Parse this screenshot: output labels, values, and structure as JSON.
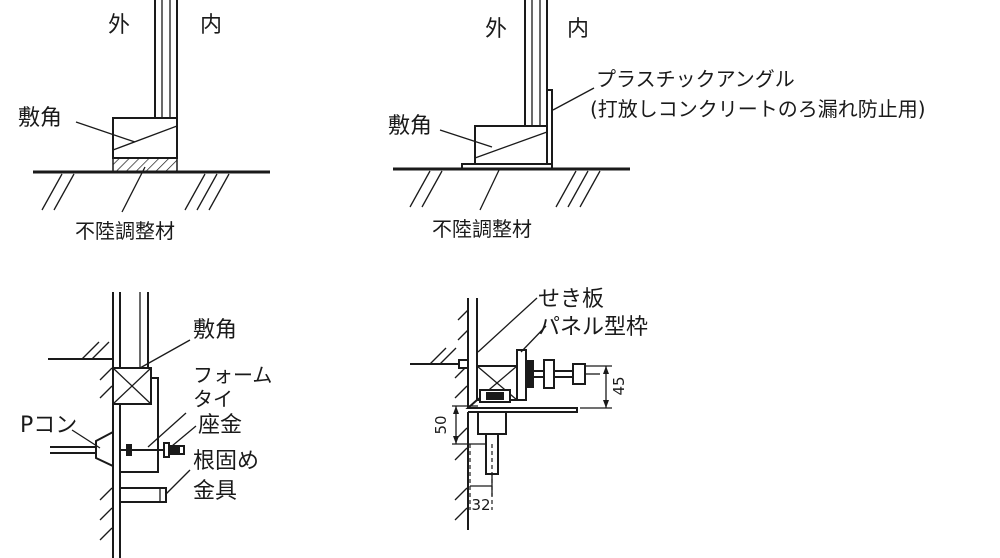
{
  "labels": {
    "a_outside": "外",
    "a_inside": "内",
    "a_sill": "敷角",
    "a_shim": "不陸調整材",
    "b_outside": "外",
    "b_inside": "内",
    "b_sill": "敷角",
    "b_shim": "不陸調整材",
    "b_angle_line1": "プラスチックアングル",
    "b_angle_line2": "(打放しコンクリートのろ漏れ防止用)",
    "c_sill": "敷角",
    "c_formtie_line1": "フォーム",
    "c_formtie_line2": "タイ",
    "c_washer": "座金",
    "c_pcone": "Pコン",
    "c_anchor_line1": "根固め",
    "c_anchor_line2": "金具",
    "d_stop_board": "せき板",
    "d_panel_frame": "パネル型枠",
    "d_dim_45": "45",
    "d_dim_50": "50",
    "d_dim_32": "32"
  }
}
